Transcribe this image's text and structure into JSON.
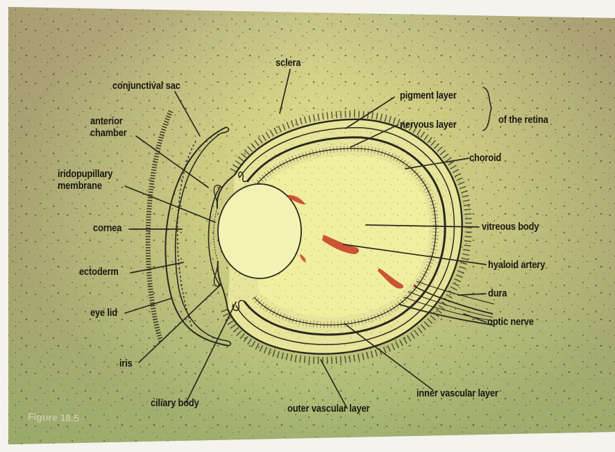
{
  "labels": {
    "sclera": "sclera",
    "conjunctival_sac": "conjunctival sac",
    "anterior_chamber": "anterior\nchamber",
    "iridopupillary_membrane": "iridopupillary\nmembrane",
    "cornea": "cornea",
    "ectoderm": "ectoderm",
    "eye_lid": "eye lid",
    "iris": "iris",
    "ciliary_body": "ciliary body",
    "outer_vascular_layer": "outer vascular layer",
    "inner_vascular_layer": "inner vascular layer",
    "optic_nerve": "optic nerve",
    "dura": "dura",
    "hyaloid_artery": "hyaloid artery",
    "vitreous_body": "vitreous body",
    "choroid": "choroid",
    "pigment_layer": "pigment layer",
    "nervous_layer": "nervous layer",
    "of_the_retina": "of the retina"
  },
  "caption": "Figure 18.5",
  "colors": {
    "background_yellow": "#e9e79a",
    "background_green": "#a9bf6e",
    "background_khaki": "#b7ad7a",
    "line": "#2a281d",
    "vessel": "#c6432b"
  }
}
